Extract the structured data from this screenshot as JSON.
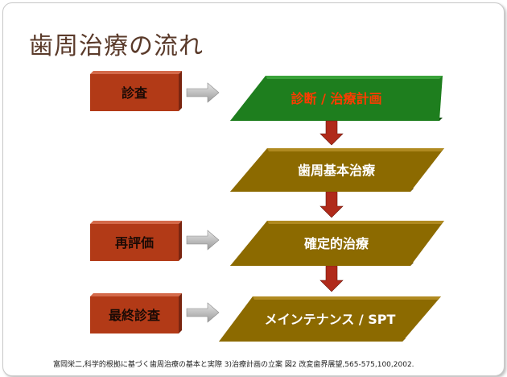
{
  "title": "歯周治療の流れ",
  "left_boxes": [
    {
      "label": "診査"
    },
    {
      "label": "再評価"
    },
    {
      "label": "最終診査"
    }
  ],
  "steps": [
    {
      "label": "診断 / 治療計画"
    },
    {
      "label": "歯周基本治療"
    },
    {
      "label": "確定的治療"
    },
    {
      "label": "メインテナンス / SPT"
    }
  ],
  "citation": "富岡栄二,科学的根拠に基づく歯周治療の基本と実際 3)治療計画の立案  図2 改変歯界展望,565-575,100,2002.",
  "colors": {
    "left_box_fill": "#b23a17",
    "left_box_text": "#1a0a05",
    "step1_fill": "#1e7e1e",
    "step1_text": "#ff3b00",
    "step_fill": "#8c6a00",
    "step_text": "#ffffff",
    "down_arrow": "#b02a1a",
    "side_arrow": "#b8b8b8",
    "title": "#5a3a2a"
  }
}
